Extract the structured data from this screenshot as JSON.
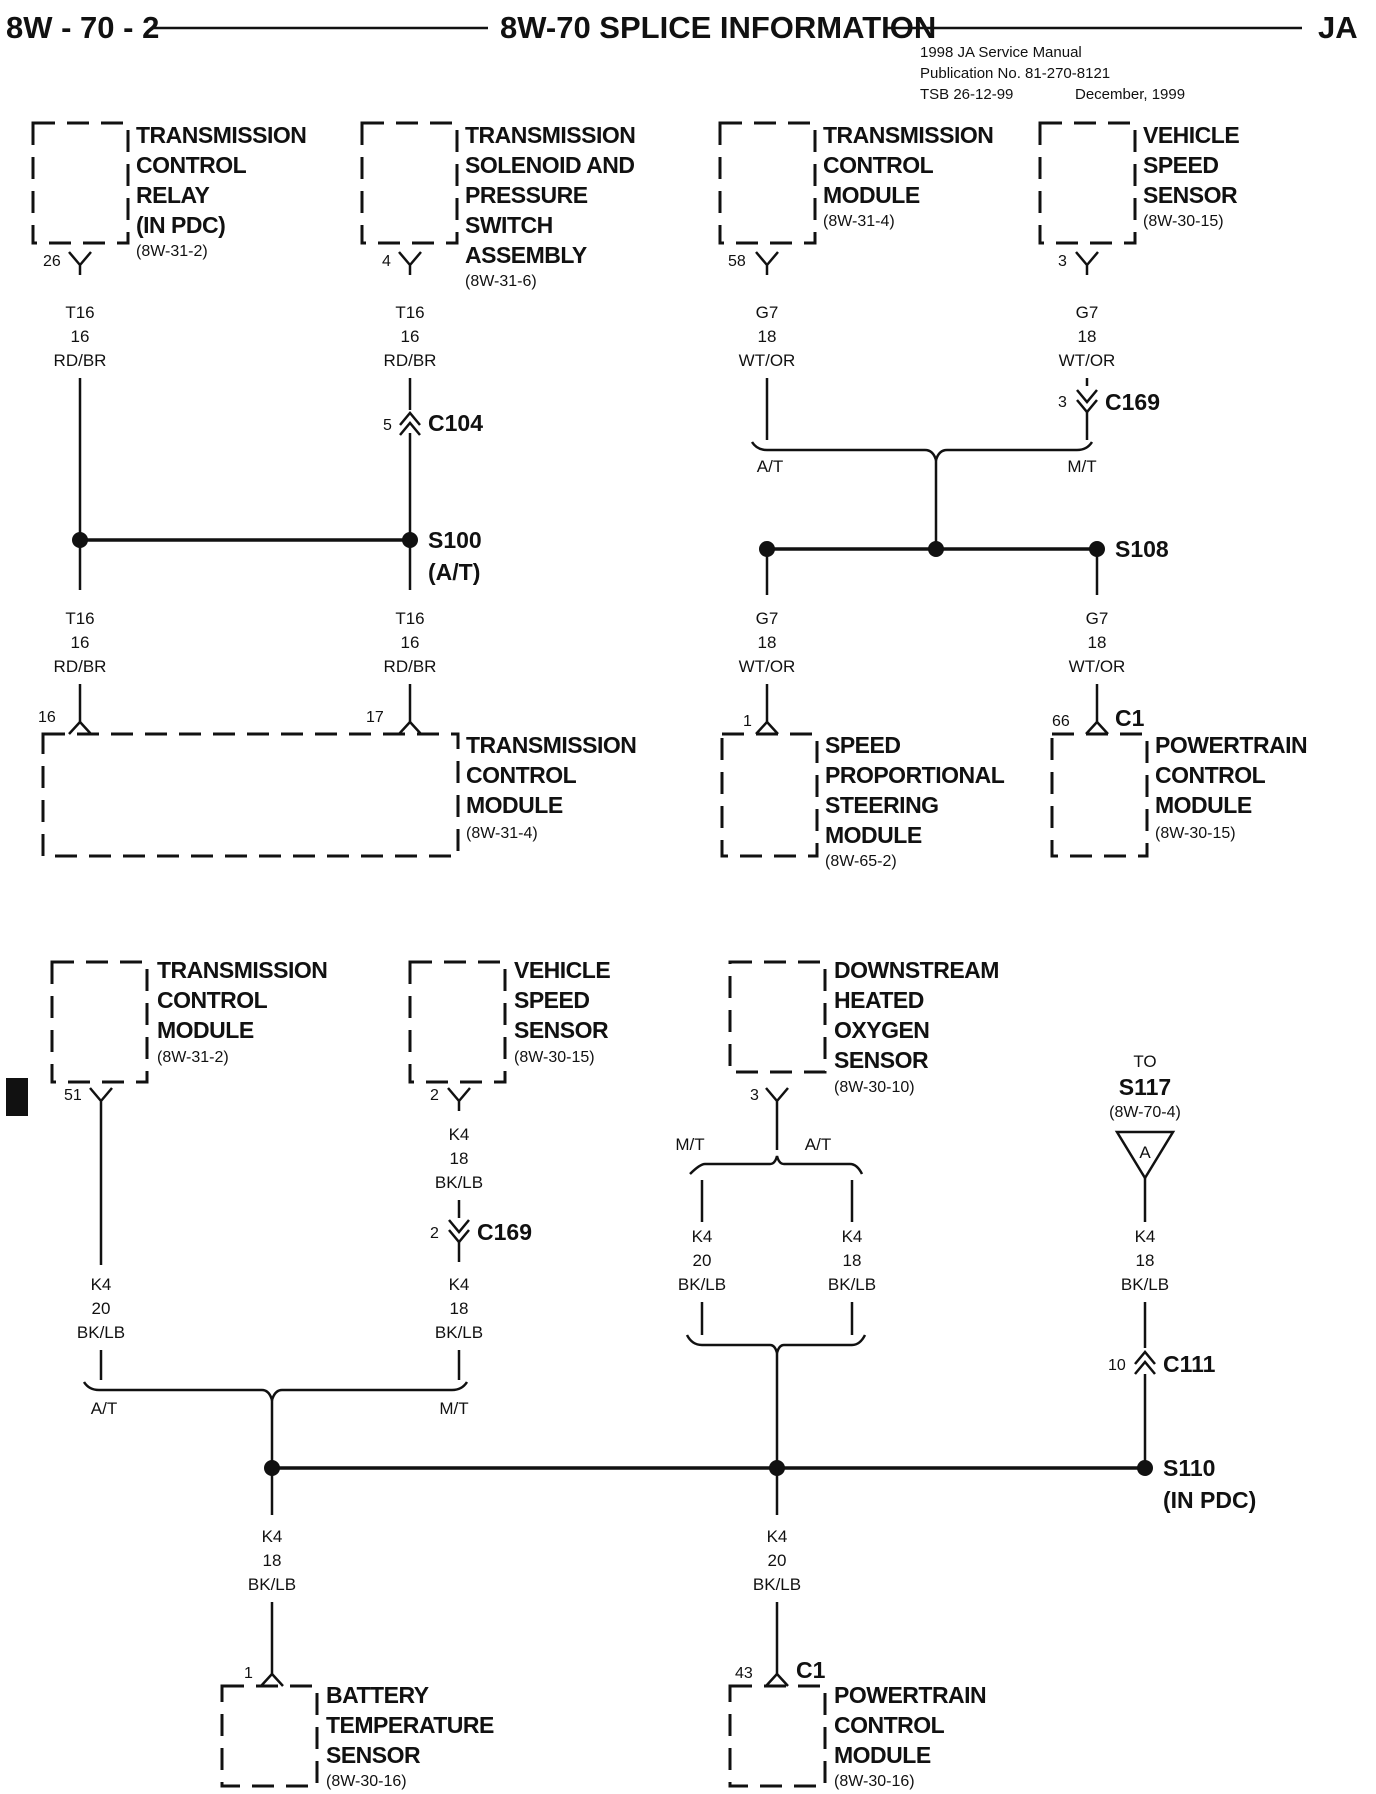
{
  "header": {
    "page_number": "8W - 70 - 2",
    "title": "8W-70 SPLICE INFORMATION",
    "code": "JA",
    "pub_line1": "1998 JA Service Manual",
    "pub_line2": "Publication No. 81-270-8121",
    "pub_tsb": "TSB 26-12-99",
    "pub_date": "December, 1999"
  },
  "s100": {
    "relay": {
      "l1": "TRANSMISSION",
      "l2": "CONTROL",
      "l3": "RELAY",
      "l4": "(IN PDC)",
      "ref": "(8W-31-2)",
      "pin": "26"
    },
    "solenoid": {
      "l1": "TRANSMISSION",
      "l2": "SOLENOID AND",
      "l3": "PRESSURE",
      "l4": "SWITCH",
      "l5": "ASSEMBLY",
      "ref": "(8W-31-6)",
      "pin": "4"
    },
    "wire_a": {
      "c": "T16",
      "g": "16",
      "col": "RD/BR"
    },
    "wire_b": {
      "c": "T16",
      "g": "16",
      "col": "RD/BR"
    },
    "wire_c": {
      "c": "T16",
      "g": "16",
      "col": "RD/BR"
    },
    "wire_d": {
      "c": "T16",
      "g": "16",
      "col": "RD/BR"
    },
    "connector": {
      "pin": "5",
      "name": "C104"
    },
    "splice": {
      "name": "S100",
      "note": "(A/T)"
    },
    "tcm": {
      "l1": "TRANSMISSION",
      "l2": "CONTROL",
      "l3": "MODULE",
      "ref": "(8W-31-4)",
      "pin_a": "16",
      "pin_b": "17"
    }
  },
  "s108": {
    "tcm": {
      "l1": "TRANSMISSION",
      "l2": "CONTROL",
      "l3": "MODULE",
      "ref": "(8W-31-4)",
      "pin": "58"
    },
    "vss": {
      "l1": "VEHICLE",
      "l2": "SPEED",
      "l3": "SENSOR",
      "ref": "(8W-30-15)",
      "pin": "3"
    },
    "wire_a": {
      "c": "G7",
      "g": "18",
      "col": "WT/OR"
    },
    "wire_b": {
      "c": "G7",
      "g": "18",
      "col": "WT/OR"
    },
    "wire_c": {
      "c": "G7",
      "g": "18",
      "col": "WT/OR"
    },
    "wire_d": {
      "c": "G7",
      "g": "18",
      "col": "WT/OR"
    },
    "connector": {
      "pin": "3",
      "name": "C169"
    },
    "opt_at": "A/T",
    "opt_mt": "M/T",
    "splice": {
      "name": "S108"
    },
    "spsm": {
      "l1": "SPEED",
      "l2": "PROPORTIONAL",
      "l3": "STEERING",
      "l4": "MODULE",
      "ref": "(8W-65-2)",
      "pin": "1"
    },
    "pcm": {
      "l1": "POWERTRAIN",
      "l2": "CONTROL",
      "l3": "MODULE",
      "ref": "(8W-30-15)",
      "pin": "66",
      "conn": "C1"
    }
  },
  "s110": {
    "tcm": {
      "l1": "TRANSMISSION",
      "l2": "CONTROL",
      "l3": "MODULE",
      "ref": "(8W-31-2)",
      "pin": "51"
    },
    "vss": {
      "l1": "VEHICLE",
      "l2": "SPEED",
      "l3": "SENSOR",
      "ref": "(8W-30-15)",
      "pin": "2"
    },
    "o2": {
      "l1": "DOWNSTREAM",
      "l2": "HEATED",
      "l3": "OXYGEN",
      "l4": "SENSOR",
      "ref": "(8W-30-10)",
      "pin": "3"
    },
    "to": {
      "l1": "TO",
      "splice": "S117",
      "ref": "(8W-70-4)",
      "letter": "A"
    },
    "wire_tcm": {
      "c": "K4",
      "g": "20",
      "col": "BK/LB"
    },
    "wire_vss_top": {
      "c": "K4",
      "g": "18",
      "col": "BK/LB"
    },
    "wire_vss_bot": {
      "c": "K4",
      "g": "18",
      "col": "BK/LB"
    },
    "wire_o2_mt": {
      "c": "K4",
      "g": "20",
      "col": "BK/LB"
    },
    "wire_o2_at": {
      "c": "K4",
      "g": "18",
      "col": "BK/LB"
    },
    "wire_to": {
      "c": "K4",
      "g": "18",
      "col": "BK/LB"
    },
    "wire_bts": {
      "c": "K4",
      "g": "18",
      "col": "BK/LB"
    },
    "wire_pcm": {
      "c": "K4",
      "g": "20",
      "col": "BK/LB"
    },
    "conn_c169": {
      "pin": "2",
      "name": "C169"
    },
    "conn_c111": {
      "pin": "10",
      "name": "C111"
    },
    "opt_at": "A/T",
    "opt_mt": "M/T",
    "opt_o2_mt": "M/T",
    "opt_o2_at": "A/T",
    "splice": {
      "name": "S110",
      "note": "(IN PDC)"
    },
    "bts": {
      "l1": "BATTERY",
      "l2": "TEMPERATURE",
      "l3": "SENSOR",
      "ref": "(8W-30-16)",
      "pin": "1"
    },
    "pcm": {
      "l1": "POWERTRAIN",
      "l2": "CONTROL",
      "l3": "MODULE",
      "ref": "(8W-30-16)",
      "pin": "43",
      "conn": "C1"
    }
  }
}
